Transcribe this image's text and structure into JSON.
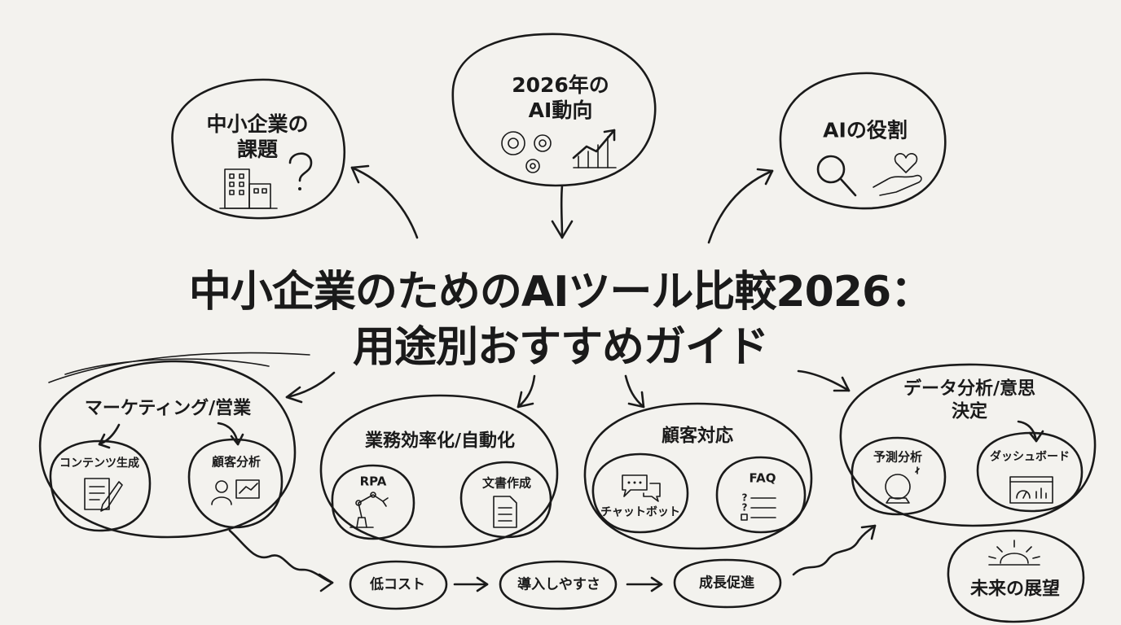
{
  "title": {
    "line1": "中小企業のためのAIツール比較2026：",
    "line2": "用途別おすすめガイド"
  },
  "top_nodes": {
    "challenges": "中小企業の課題",
    "trends": "2026年のAI動向",
    "role": "AIの役割"
  },
  "categories": {
    "marketing": {
      "label": "マーケティング/営業",
      "sub": [
        "コンテンツ生成",
        "顧客分析"
      ]
    },
    "automation": {
      "label": "業務効率化/自動化",
      "sub": [
        "RPA",
        "文書作成"
      ]
    },
    "support": {
      "label": "顧客対応",
      "sub": [
        "チャットボット",
        "FAQ"
      ]
    },
    "data": {
      "label": "データ分析/意思決定",
      "sub": [
        "予測分析",
        "ダッシュボード"
      ]
    }
  },
  "benefits": [
    "低コスト",
    "導入しやすさ",
    "成長促進"
  ],
  "future": "未来の展望",
  "icons": [
    "building-icon",
    "question-icon",
    "gears-icon",
    "trend-chart-icon",
    "magnifier-icon",
    "hand-heart-icon",
    "document-pen-icon",
    "person-chart-icon",
    "robot-arm-icon",
    "document-icon",
    "chat-bubbles-icon",
    "faq-list-icon",
    "crystal-ball-icon",
    "dashboard-icon",
    "sunrise-icon"
  ]
}
